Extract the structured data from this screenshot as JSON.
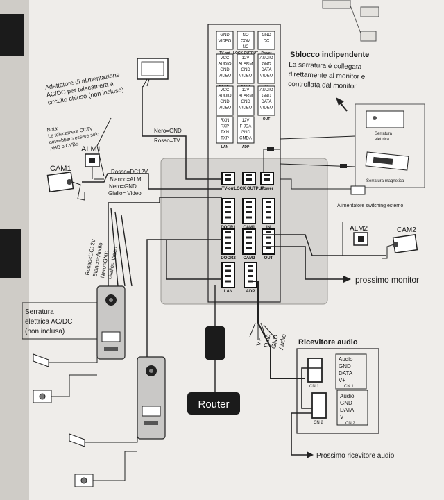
{
  "labels": {
    "sblocco_title": "Sblocco indipendente",
    "sblocco_lines": [
      "La serratura è collegata",
      "direttamente al monitor e",
      "controllata dal monitor"
    ],
    "alim_lines": [
      "Adattatore di alimentazione",
      "AC/DC per telecamera a",
      "circuito chiuso (non incluso)"
    ],
    "nota_lines": [
      "Nota:",
      "Le telecamere CCTV",
      "dovrebbero essere solo",
      "AHD o CVBS"
    ],
    "alm1": "ALM1",
    "cam1": "CAM1",
    "cam1_wires": [
      "Rosso=DC12V",
      "Bianco=ALM",
      "Nero=GND",
      "Giallo= Video"
    ],
    "tv_wires": [
      "Nero=GND",
      "Rosso=TV"
    ],
    "door_wires": [
      "Rosso=DC12V",
      "Bianco=Audio",
      "Nero=GND",
      "Giallo= Video"
    ],
    "serratura_lines": [
      "Serratura",
      "elettrica AC/DC",
      "(non inclusa)"
    ],
    "router": "Router",
    "prossimo_monitor": "prossimo monitor",
    "ricevitore_title": "Ricevitore audio",
    "prossimo_ricevitore": "Prossimo ricevitore audio",
    "adp_wires": [
      "V+",
      "Data",
      "GND",
      "Audio"
    ],
    "serratura_elettrica": [
      "Serratura",
      "elettrica"
    ],
    "serratura_magnetica": "Serratura magnetica",
    "alimentatore_esterno": "Alimentatore switching esterno",
    "alm2": "ALM2",
    "cam2": "CAM2"
  },
  "pinout": {
    "rows": [
      [
        {
          "lines": [
            "GND",
            "VIDEO"
          ],
          "label": "TV-out"
        },
        {
          "lines": [
            "NO",
            "COM",
            "NC"
          ],
          "label": "LOCK OUTPUT"
        },
        {
          "lines": [
            "GND",
            "DC"
          ],
          "label": "Power"
        }
      ],
      [
        {
          "lines": [
            "VCC",
            "AUDIO",
            "GND",
            "VIDEO"
          ],
          "label": "DOOR1"
        },
        {
          "lines": [
            "12V",
            "ALARM",
            "GND",
            "VIDEO"
          ],
          "label": "CAM1"
        },
        {
          "lines": [
            "AUDIO",
            "GND",
            "DATA",
            "VIDEO"
          ],
          "label": "IN"
        }
      ],
      [
        {
          "lines": [
            "VCC",
            "AUDIO",
            "GND",
            "VIDEO"
          ],
          "label": "DOOR2"
        },
        {
          "lines": [
            "12V",
            "ALARM",
            "GND",
            "VIDEO"
          ],
          "label": "CAM2"
        },
        {
          "lines": [
            "AUDIO",
            "GND",
            "DATA",
            "VIDEO"
          ],
          "label": "OUT"
        }
      ],
      [
        {
          "lines": [
            "RXN",
            "RXP",
            "TXN",
            "TXP"
          ],
          "label": "LAN"
        },
        {
          "lines": [
            "12V",
            "F JDA",
            "GND",
            "CMDA"
          ],
          "label": "ADP"
        }
      ]
    ]
  },
  "ports": {
    "top": [
      "TV-out",
      "LOCK OUTPUT",
      "Power"
    ],
    "row1": [
      "DOOR1",
      "CAM1",
      "IN"
    ],
    "row2": [
      "DOOR2",
      "CAM2",
      "OUT"
    ],
    "row3": [
      "LAN",
      "ADP"
    ]
  },
  "receiver": {
    "cn1_label": "CN 1",
    "cn2_label": "CN 2",
    "cn1_lines": [
      "Audio",
      "GND",
      "DATA",
      "V+"
    ],
    "cn2_lines": [
      "Audio",
      "GND",
      "DATA",
      "V+"
    ]
  }
}
